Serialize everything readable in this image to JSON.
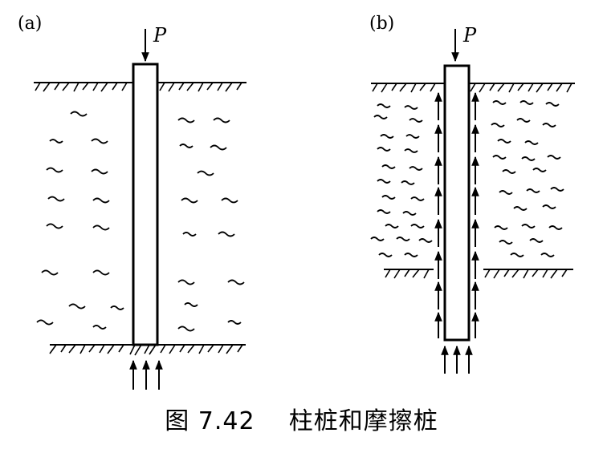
{
  "panels": [
    {
      "id": "a",
      "label": "(a)",
      "load_label": "P",
      "pile_type": "end-bearing"
    },
    {
      "id": "b",
      "label": "(b)",
      "load_label": "P",
      "pile_type": "friction"
    }
  ],
  "caption": {
    "number": "图 7.42",
    "title": "柱桩和摩擦桩"
  }
}
